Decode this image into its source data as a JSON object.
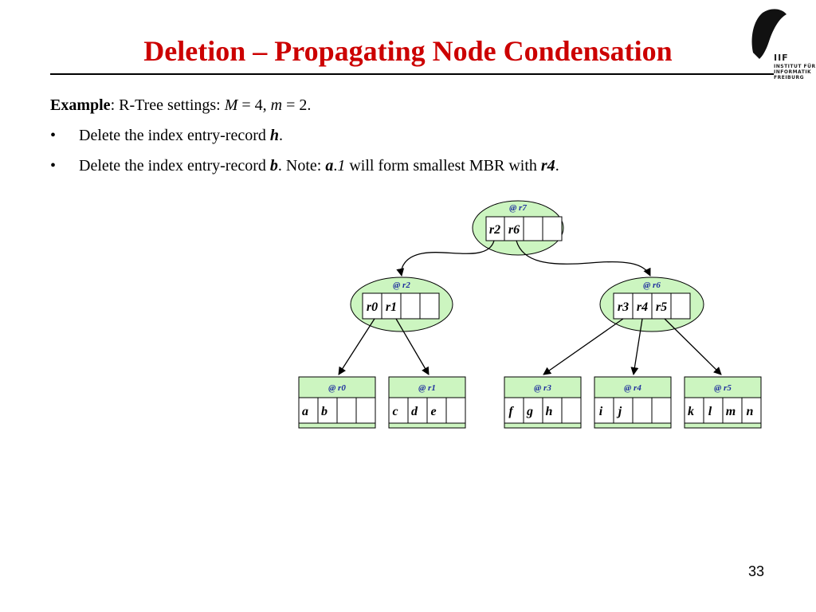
{
  "title": "Deletion – Propagating Node Condensation",
  "logo": {
    "mark": "IIF",
    "lines": [
      "INSTITUT FÜR",
      "INFORMATIK",
      "FREIBURG"
    ]
  },
  "example": {
    "label": "Example",
    "rest_prefix": ": R-Tree settings: ",
    "M_var": "M",
    "M_eq": " = 4, ",
    "m_var": "m",
    "m_eq": " = 2."
  },
  "bullets": [
    {
      "dot": "•",
      "prefix": "Delete the index entry-record ",
      "record": "h",
      "suffix": "."
    },
    {
      "dot": "•",
      "prefix": "Delete the index entry-record ",
      "record": "b",
      "mid": ". Note: ",
      "a": "a",
      "dot2": ".",
      "one": "1",
      "mid2": " will form smallest MBR with ",
      "r4": "r4",
      "end": "."
    }
  ],
  "colors": {
    "title": "#cc0000",
    "node_fill": "#ccf5c0",
    "label": "#1f2f9e",
    "strip": "#ccf5c0"
  },
  "internal_nodes": [
    {
      "label": "@ r7",
      "entries": [
        "r2",
        "r6",
        "",
        ""
      ]
    },
    {
      "label": "@ r2",
      "entries": [
        "r0",
        "r1",
        "",
        ""
      ]
    },
    {
      "label": "@ r6",
      "entries": [
        "r3",
        "r4",
        "r5",
        ""
      ]
    }
  ],
  "leaf_nodes": [
    {
      "label": "@ r0",
      "entries": [
        "a",
        "b",
        "",
        ""
      ]
    },
    {
      "label": "@ r1",
      "entries": [
        "c",
        "d",
        "e",
        ""
      ]
    },
    {
      "label": "@ r3",
      "entries": [
        "f",
        "g",
        "h",
        ""
      ]
    },
    {
      "label": "@ r4",
      "entries": [
        "i",
        "j",
        "",
        ""
      ]
    },
    {
      "label": "@ r5",
      "entries": [
        "k",
        "l",
        "m",
        "n"
      ]
    }
  ],
  "page_number": "33"
}
